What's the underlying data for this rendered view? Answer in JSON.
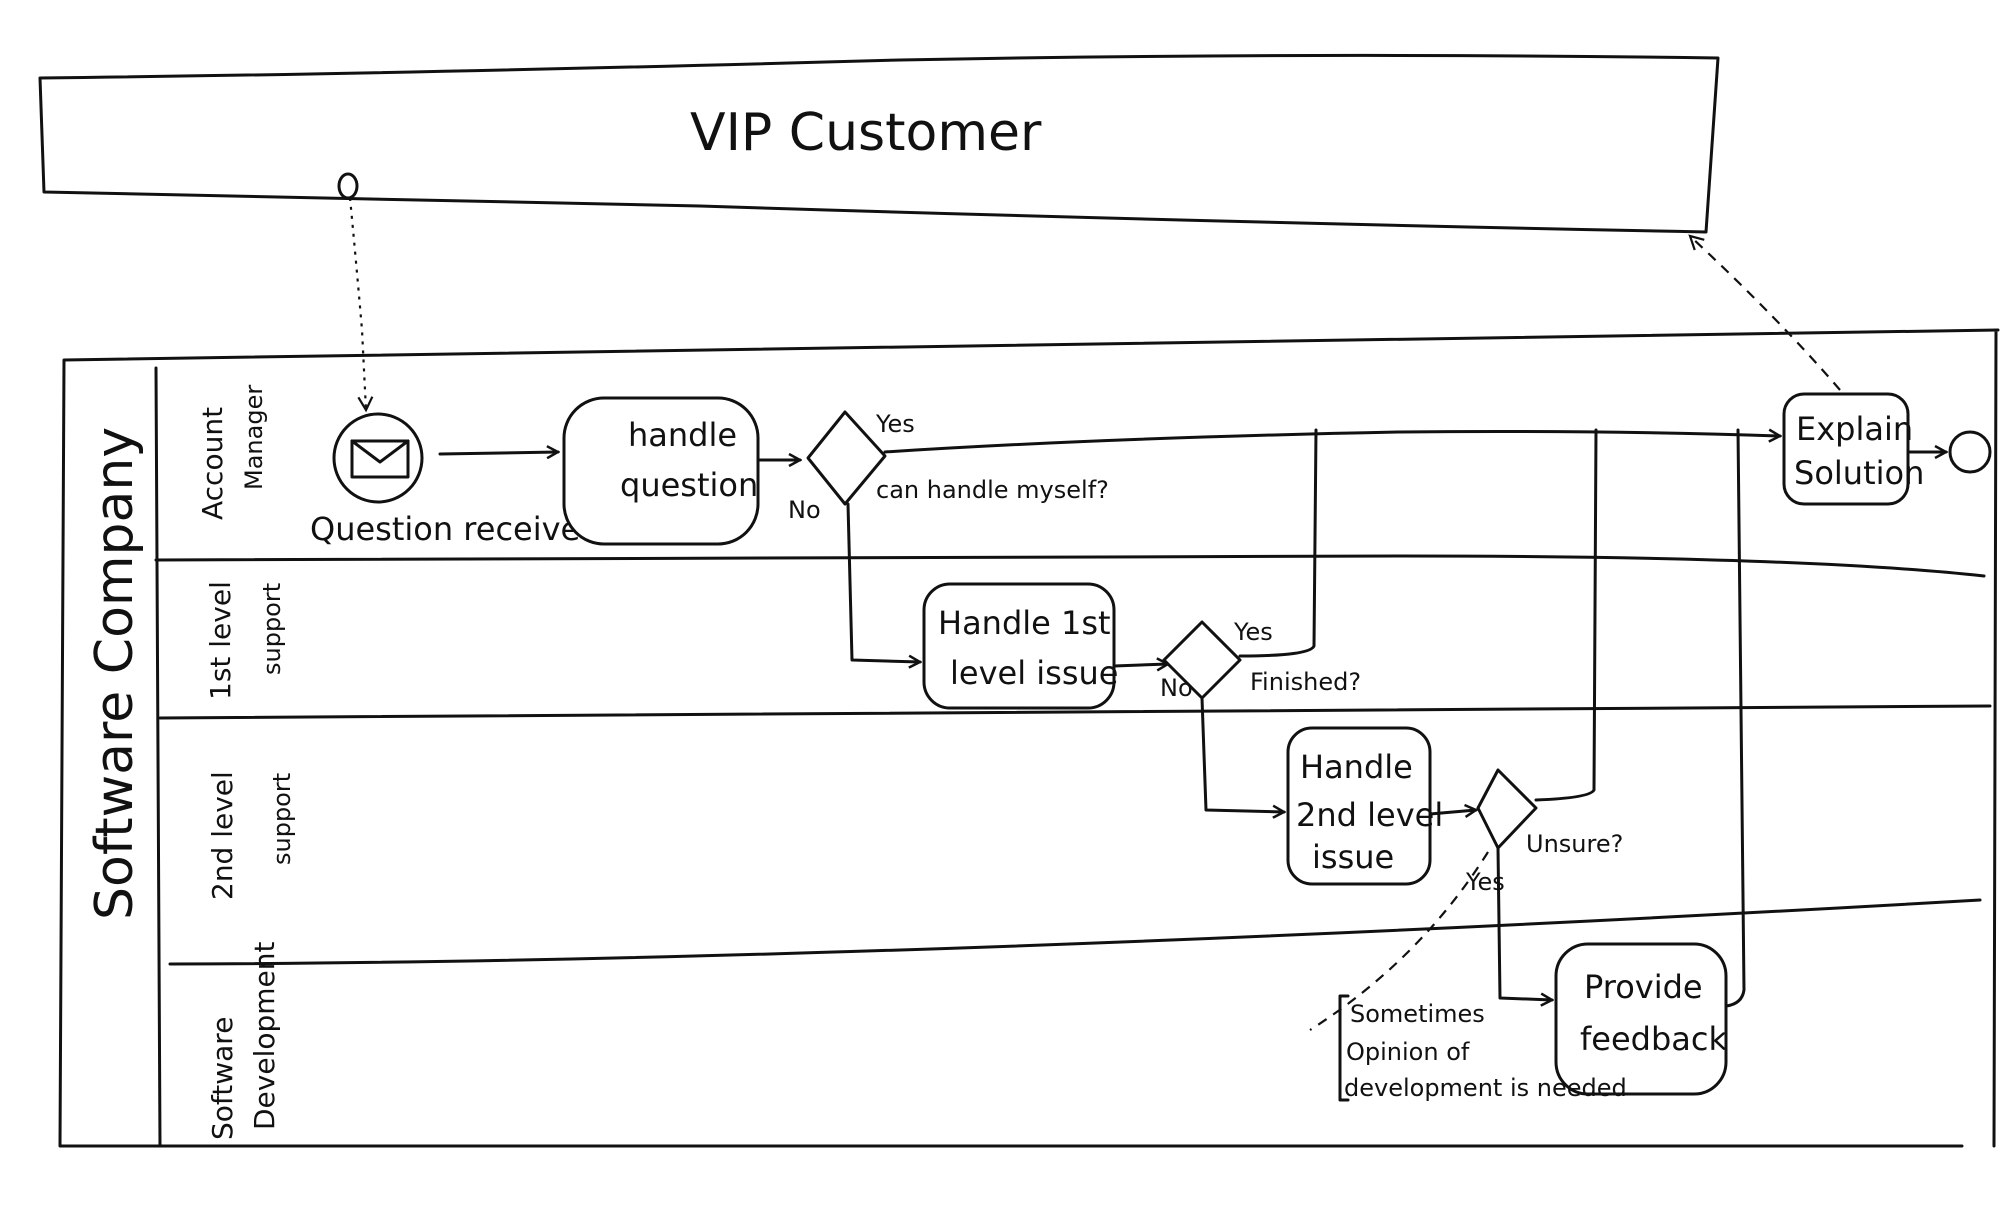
{
  "pool_customer": {
    "title": "VIP Customer"
  },
  "pool_company": {
    "title": "Software Company"
  },
  "lanes": {
    "account_manager": [
      "Account",
      "Manager"
    ],
    "first_level": [
      "1st level",
      "support"
    ],
    "second_level": [
      "2nd level",
      "support"
    ],
    "development": [
      "Software",
      "Development"
    ]
  },
  "events": {
    "start_label": "Question received"
  },
  "tasks": {
    "handle_question": [
      "handle",
      "question"
    ],
    "handle_first": [
      "Handle 1st",
      "level issue"
    ],
    "handle_second": [
      "Handle",
      "2nd level",
      "issue"
    ],
    "explain": [
      "Explain",
      "Solution"
    ],
    "feedback": [
      "Provide",
      "feedback"
    ]
  },
  "gateways": {
    "g1": {
      "question": "can handle myself?",
      "yes": "Yes",
      "no": "No"
    },
    "g2": {
      "question": "Finished?",
      "yes": "Yes",
      "no": "No"
    },
    "g3": {
      "question": "Unsure?",
      "yes": "Yes"
    }
  },
  "annotation": [
    "Sometimes",
    "Opinion of",
    "development is needed"
  ]
}
